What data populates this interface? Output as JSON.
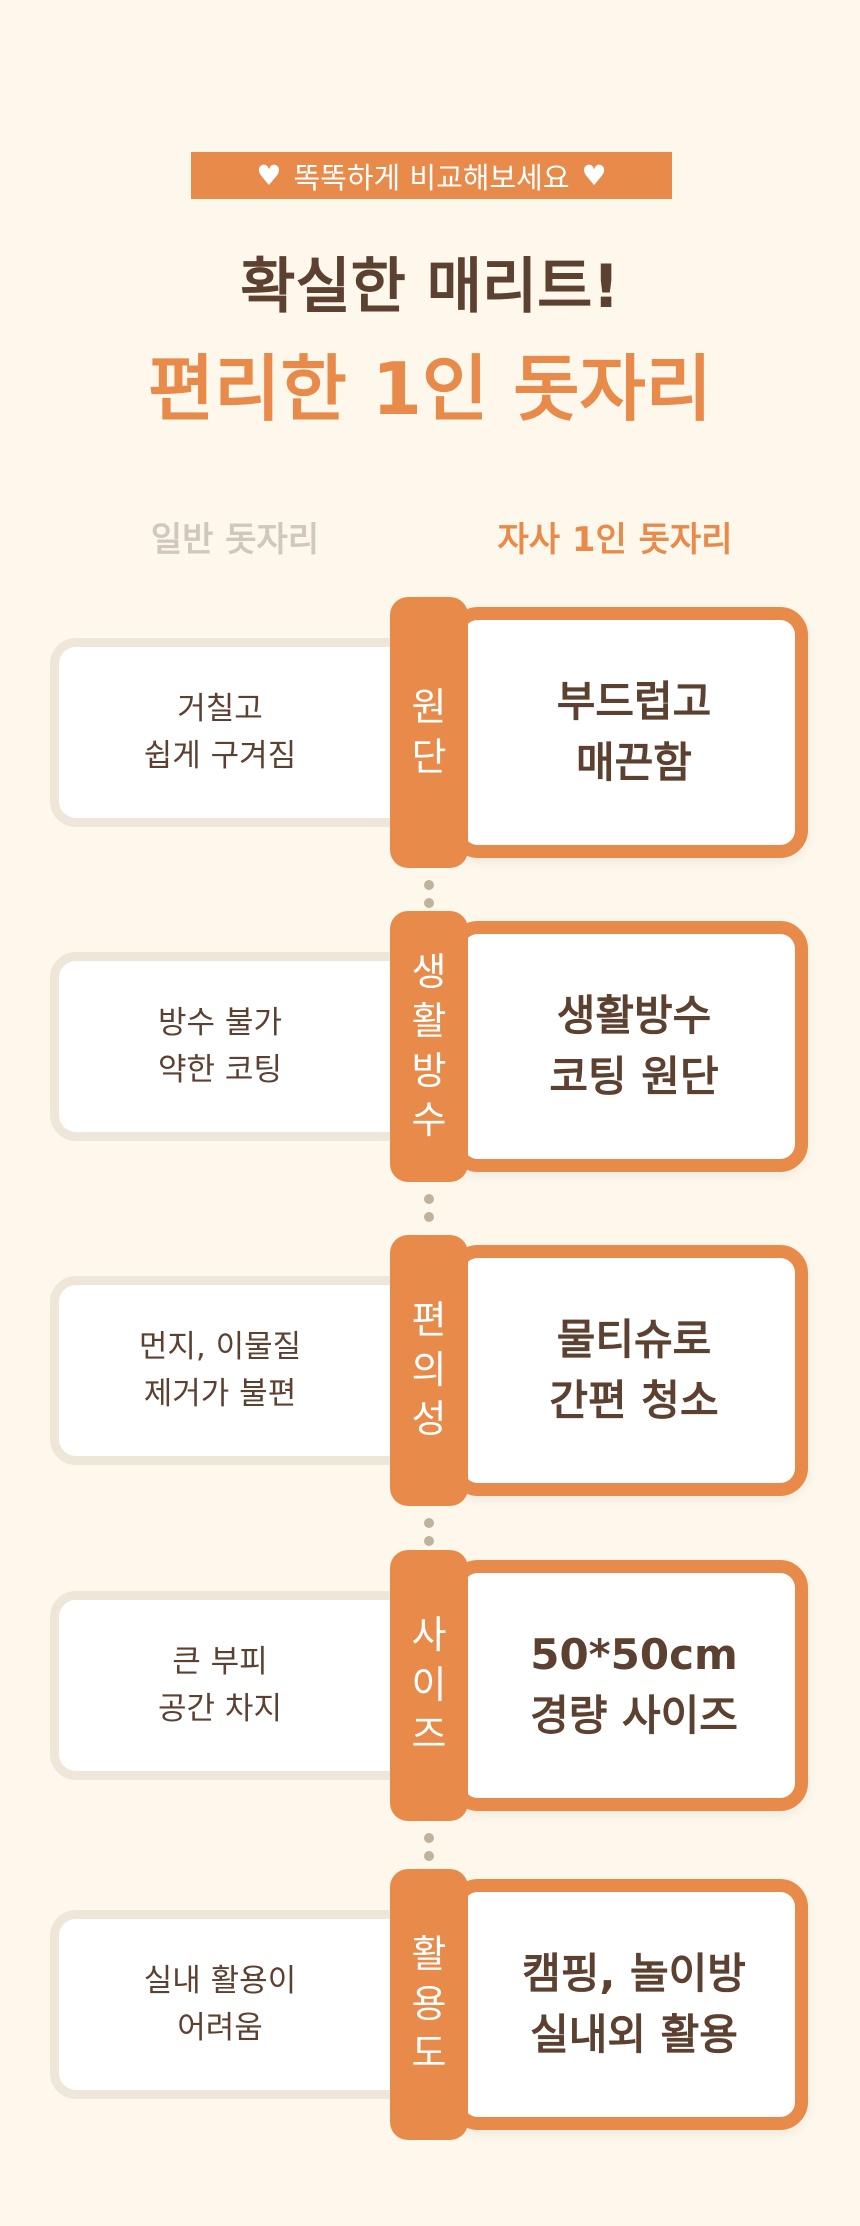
{
  "badge": {
    "text": "똑똑하게 비교해보세요",
    "icon": "heart-icon"
  },
  "title_line1": "확실한 매리트!",
  "title_line2": "편리한 1인 돗자리",
  "columns": {
    "left": "일반 돗자리",
    "right": "자사 1인 돗자리"
  },
  "rows": [
    {
      "label": [
        "원",
        "단"
      ],
      "left": [
        "거칠고",
        "쉽게 구겨짐"
      ],
      "right": [
        "부드럽고",
        "매끈함"
      ]
    },
    {
      "label": [
        "생",
        "활",
        "방",
        "수"
      ],
      "left": [
        "방수 불가",
        "약한 코팅"
      ],
      "right": [
        "생활방수",
        "코팅 원단"
      ]
    },
    {
      "label": [
        "편",
        "의",
        "성"
      ],
      "left": [
        "먼지, 이물질",
        "제거가 불편"
      ],
      "right": [
        "물티슈로",
        "간편 청소"
      ]
    },
    {
      "label": [
        "사",
        "이",
        "즈"
      ],
      "left": [
        "큰 부피",
        "공간 차지"
      ],
      "right": [
        "50*50cm",
        "경량 사이즈"
      ]
    },
    {
      "label": [
        "활",
        "용",
        "도"
      ],
      "left": [
        "실내 활용이",
        "어려움"
      ],
      "right": [
        "캠핑, 놀이방",
        "실내외 활용"
      ]
    }
  ],
  "colors": {
    "accent": "#e88b4a",
    "text": "#5c4030",
    "background": "#fdf7ec"
  }
}
